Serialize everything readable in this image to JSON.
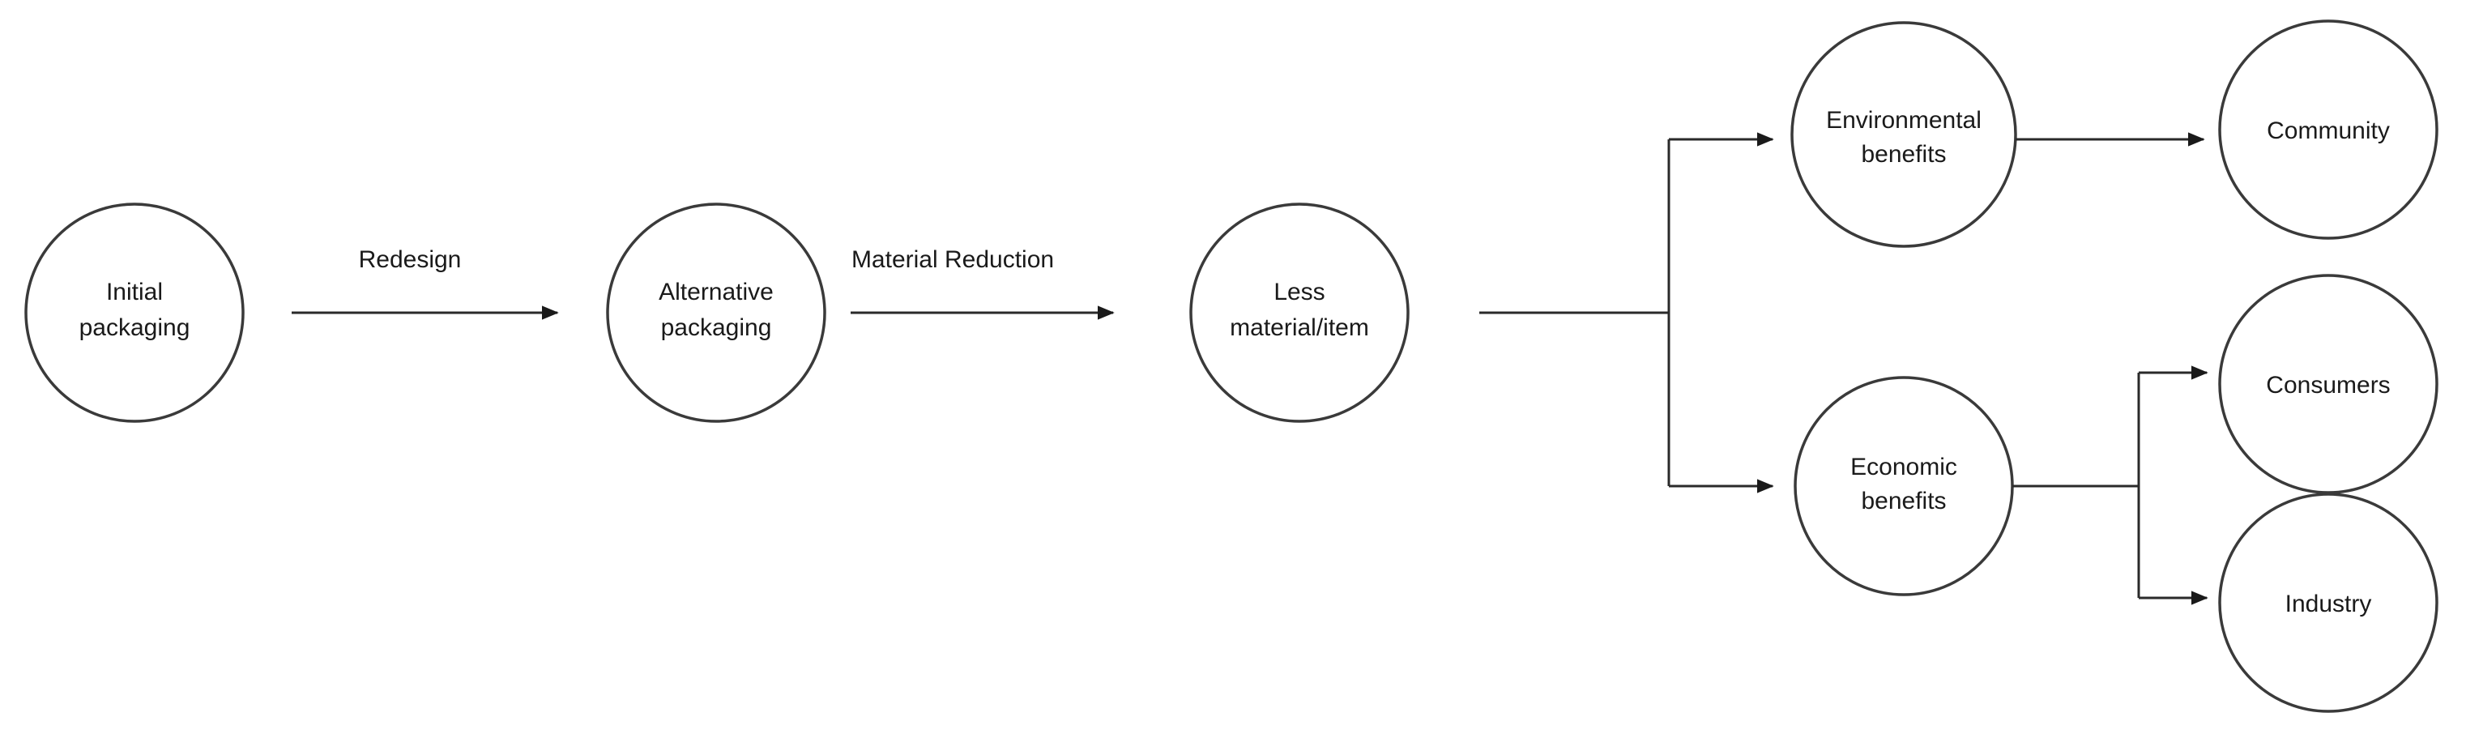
{
  "diagram": {
    "nodes": {
      "initial_packaging": {
        "line1": "Initial",
        "line2": "packaging"
      },
      "alternative_packaging": {
        "line1": "Alternative",
        "line2": "packaging"
      },
      "less_material": {
        "line1": "Less",
        "line2": "material/item"
      },
      "environmental_benefits": {
        "line1": "Environmental",
        "line2": "benefits"
      },
      "economic_benefits": {
        "line1": "Economic",
        "line2": "benefits"
      },
      "community": {
        "label": "Community"
      },
      "consumers": {
        "label": "Consumers"
      },
      "industry": {
        "label": "Industry"
      }
    },
    "edges": {
      "redesign_label": "Redesign",
      "material_reduction_label": "Material Reduction"
    },
    "colors": {
      "stroke": "#3a3a3a",
      "text": "#1a1a1a",
      "background": "#ffffff"
    }
  }
}
